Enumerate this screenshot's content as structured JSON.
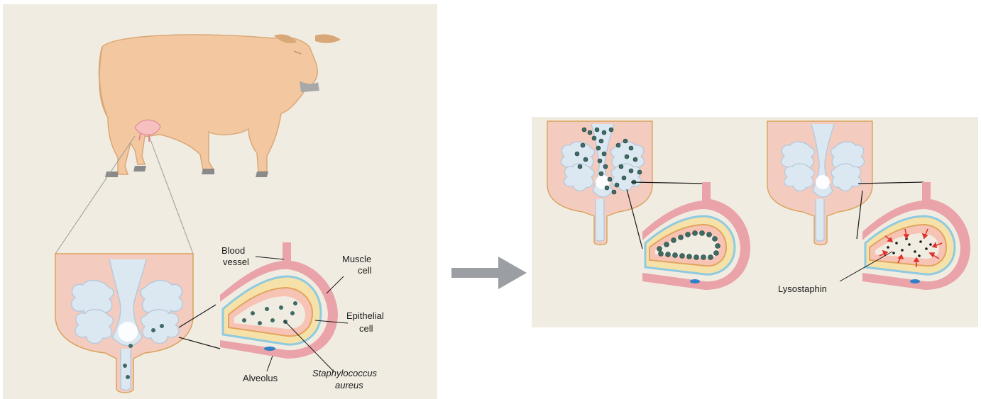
{
  "labels": {
    "blood_vessel_1": "Blood",
    "blood_vessel_2": "vessel",
    "muscle_cell_1": "Muscle",
    "muscle_cell_2": "cell",
    "epithelial_cell_1": "Epithelial",
    "epithelial_cell_2": "cell",
    "alveolus": "Alveolus",
    "staph_1": "Staphylococcus",
    "staph_2": "aureus",
    "lysostaphin": "Lysostaphin"
  },
  "colors": {
    "background": "#f1ece2",
    "cow_body": "#f3c8a0",
    "udder_tissue": "#f3cbbf",
    "duct": "#dce8f1",
    "alveolus_wall": "#e9a3a9",
    "bacteria": "#3e6b63",
    "arrow": "#9b9ea2",
    "enzyme_arrow": "#e0322b"
  }
}
